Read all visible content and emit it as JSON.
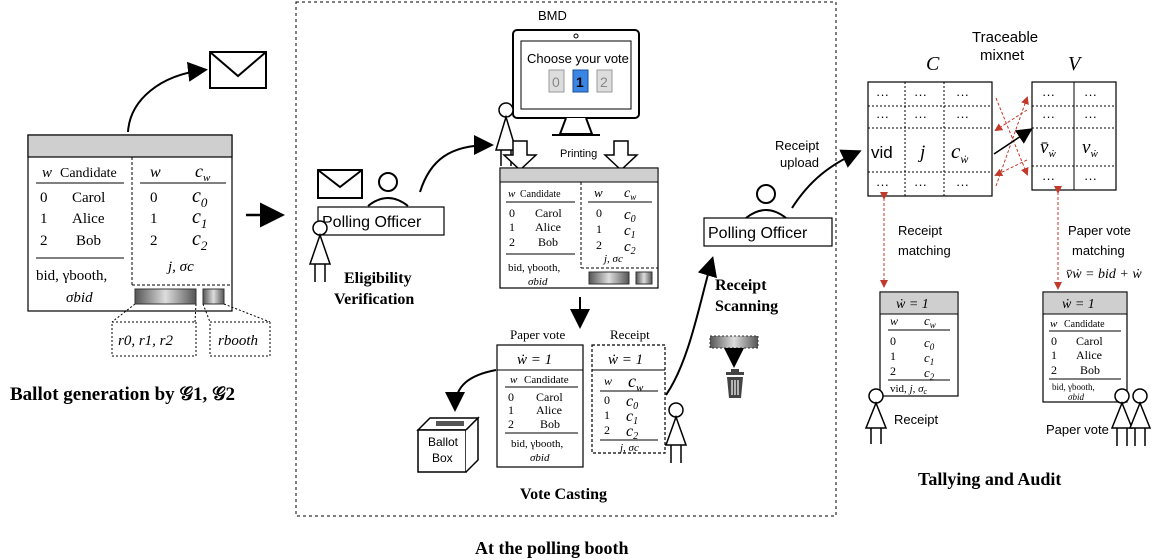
{
  "ballot_gen": {
    "w_header": "w",
    "cand_header": "Candidate",
    "w_header2": "w",
    "cw_header": "c",
    "cw_sub": "w",
    "rows": [
      {
        "w": "0",
        "cand": "Carol",
        "w2": "0",
        "c": "c",
        "csub": "0"
      },
      {
        "w": "1",
        "cand": "Alice",
        "w2": "1",
        "c": "c",
        "csub": "1"
      },
      {
        "w": "2",
        "cand": "Bob",
        "w2": "2",
        "c": "c",
        "csub": "2"
      }
    ],
    "footer_left": "bid, γbooth,",
    "footer_left2": "σbid",
    "footer_right": "j, σc",
    "randomness_left": "r0, r1, r2",
    "randomness_right": "rbooth",
    "caption": "Ballot generation by 𝒢1, 𝒢2"
  },
  "booth": {
    "bmd_label": "BMD",
    "choose_vote": "Choose your vote",
    "vote_options": [
      "0",
      "1",
      "2"
    ],
    "selected_option": "1",
    "printing": "Printing",
    "polling_officer_1": "Polling Officer",
    "eligibility": "Eligibility",
    "verification": "Verification",
    "printed_ballot": {
      "rows": [
        {
          "w": "0",
          "cand": "Carol",
          "c": "c0"
        },
        {
          "w": "1",
          "cand": "Alice",
          "c": "c1"
        },
        {
          "w": "2",
          "cand": "Bob",
          "c": "c2"
        }
      ],
      "footer_left": "bid, γbooth,",
      "footer_left2": "σbid",
      "footer_right": "j, σc"
    },
    "paper_vote_label": "Paper vote",
    "receipt_label": "Receipt",
    "w_dot": "ẇ = 1",
    "ballot_box": [
      "Ballot",
      "Box"
    ],
    "vote_casting": "Vote Casting",
    "receipt_scanning": [
      "Receipt",
      "Scanning"
    ],
    "polling_officer_2": "Polling Officer",
    "caption": "At the polling booth"
  },
  "tally": {
    "receipt_upload": [
      "Receipt",
      "upload"
    ],
    "traceable_mixnet": [
      "Traceable",
      "mixnet"
    ],
    "c_label": "C",
    "v_label": "V",
    "dots": "···",
    "vid": "vid",
    "j": "j",
    "c_wdot": "c",
    "v_bar": "v̄",
    "v_w": "v",
    "receipt_matching": [
      "Receipt",
      "matching"
    ],
    "paper_vote_matching": [
      "Paper vote",
      "matching"
    ],
    "matching_formula": "v̄ẇ = bid + ẇ",
    "receipt_label": "Receipt",
    "paper_vote_label": "Paper vote",
    "caption": "Tallying and Audit"
  }
}
